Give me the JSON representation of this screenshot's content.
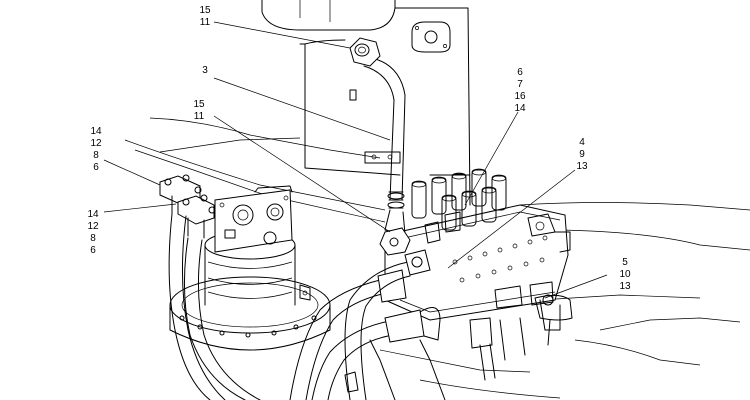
{
  "callouts": {
    "top_hose_fitting": [
      "15",
      "11"
    ],
    "tube": "3",
    "mid_fitting": [
      "15",
      "11"
    ],
    "left_upper_fitting": [
      "14",
      "12",
      "8",
      "6"
    ],
    "left_lower_fitting": [
      "14",
      "12",
      "8",
      "6"
    ],
    "valve_top": [
      "6",
      "7",
      "16",
      "14"
    ],
    "valve_right_upper": [
      "4",
      "9",
      "13"
    ],
    "valve_right_lower": [
      "5",
      "10",
      "13"
    ]
  },
  "icons": [
    "hydraulic-tank",
    "control-valve",
    "swing-motor",
    "hose"
  ]
}
